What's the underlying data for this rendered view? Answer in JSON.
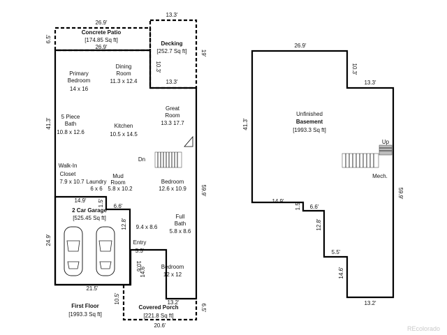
{
  "first_floor": {
    "title": "First Floor",
    "area": "[1993.3 Sq ft]",
    "rooms": [
      {
        "id": "concrete-patio",
        "name": "Concrete Patio",
        "area": "[174.85 Sq ft]"
      },
      {
        "id": "decking",
        "name": "Decking",
        "area": "[252.7 Sq ft]"
      },
      {
        "id": "primary-bedroom",
        "name": "Primary Bedroom",
        "dims": "14 x 16"
      },
      {
        "id": "dining-room",
        "name": "Dining Room",
        "dims": "11.3 x 12.4"
      },
      {
        "id": "bath",
        "name": "5 Piece Bath",
        "dims": "10.8 x 12.6"
      },
      {
        "id": "kitchen",
        "name": "Kitchen",
        "dims": "10.5 x 14.5"
      },
      {
        "id": "great-room",
        "name": "Great Room",
        "dims": "13.3 17.7"
      },
      {
        "id": "walk-in-closet",
        "name": "Walk-In Closet",
        "dims": "7.9 x 10.7"
      },
      {
        "id": "laundry",
        "name": "Laundry",
        "dims": "6 x 6"
      },
      {
        "id": "mud-room",
        "name": "Mud Room",
        "dims": "5.8 x 10.2"
      },
      {
        "id": "bedroom-1",
        "name": "Bedroom",
        "dims": "12.6 x 10.9"
      },
      {
        "id": "garage",
        "name": "2 Car Garage",
        "area": "[525.45 Sq ft]"
      },
      {
        "id": "hall",
        "name": "",
        "dims": "9.4 x 8.6"
      },
      {
        "id": "full-bath",
        "name": "Full Bath",
        "dims": "5.8 x 8.6"
      },
      {
        "id": "entry",
        "name": "Entry",
        "dims": ""
      },
      {
        "id": "bedroom-2",
        "name": "Bedroom",
        "dims": "12 x 12"
      },
      {
        "id": "covered-porch",
        "name": "Covered Porch",
        "area": "[221.8 Sq ft]"
      }
    ],
    "stair_label": "Dn",
    "dimensions": [
      "26.9'",
      "26.9'",
      "6.5'",
      "13.3'",
      "10.3'",
      "19'",
      "13.3'",
      "41.3'",
      "59.9'",
      "14.9'",
      "1.5'",
      "6.6'",
      "12.8'",
      "5.5'",
      "10.6'",
      "14.6'",
      "24.9'",
      "21.5'",
      "13.2'",
      "10.5'",
      "6.5'",
      "20.6'"
    ]
  },
  "basement": {
    "name": "Unfinished",
    "title": "Basement",
    "area": "[1993.3 Sq ft]",
    "stair_label": "Up",
    "mech_label": "Mech.",
    "dimensions": [
      "26.9'",
      "10.3'",
      "13.3'",
      "41.3'",
      "59.9'",
      "14.9'",
      "1.5'",
      "6.6'",
      "12.8'",
      "5.5'",
      "14.6'",
      "13.2'"
    ]
  },
  "watermark": "REcolorado"
}
